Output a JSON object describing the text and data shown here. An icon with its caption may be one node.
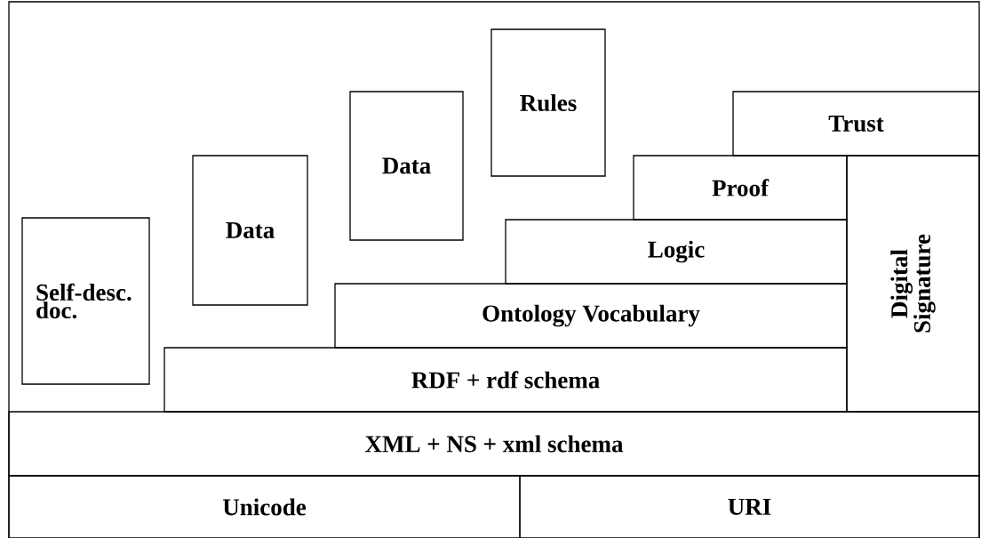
{
  "diagram": {
    "nodes": [
      {
        "text": [
          "Rules"
        ]
      },
      {
        "text": [
          "Trust"
        ]
      },
      {
        "text": [
          "Data"
        ]
      },
      {
        "text": [
          "Proof"
        ]
      },
      {
        "text": [
          "Self-desc. doc."
        ]
      },
      {
        "text": [
          "Data"
        ]
      },
      {
        "text": [
          "Logic"
        ]
      },
      {
        "text": [
          "Digital Signature"
        ]
      },
      {
        "text": [
          "Ontology Vocabulary"
        ]
      },
      {
        "text": [
          "RDF + rdf schema"
        ]
      },
      {
        "text": [
          "XML + NS + xml schema"
        ]
      },
      {
        "text": [
          "Unicode"
        ]
      },
      {
        "text": [
          "URI"
        ]
      }
    ]
  }
}
